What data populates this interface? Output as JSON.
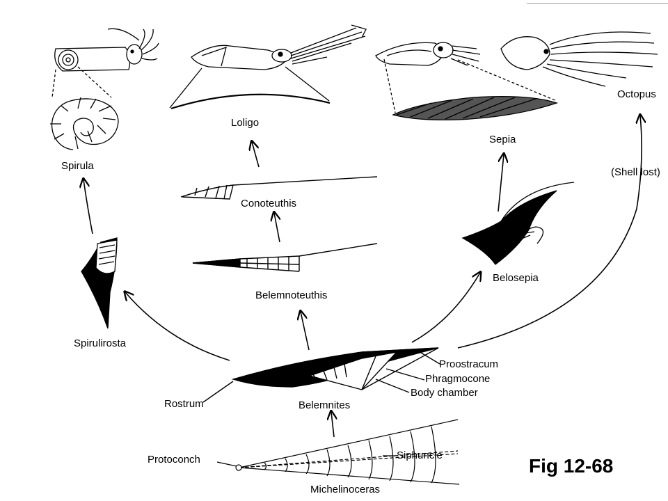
{
  "taxa": {
    "spirula": "Spirula",
    "loligo": "Loligo",
    "sepia": "Sepia",
    "octopus": "Octopus",
    "shell_lost": "(Shell lost)",
    "conoteuthis": "Conoteuthis",
    "belemnoteuthis": "Belemnoteuthis",
    "belosepia": "Belosepia",
    "spirulirosta": "Spirulirosta",
    "belemnites": "Belemnites",
    "michelinoceras": "Michelinoceras"
  },
  "parts": {
    "proostracum": "Proostracum",
    "phragmocone": "Phragmocone",
    "body_chamber": "Body chamber",
    "rostrum": "Rostrum",
    "protoconch": "Protoconch",
    "siphuncle": "Siphuncle"
  },
  "figure": {
    "caption": "Fig 12-68"
  }
}
